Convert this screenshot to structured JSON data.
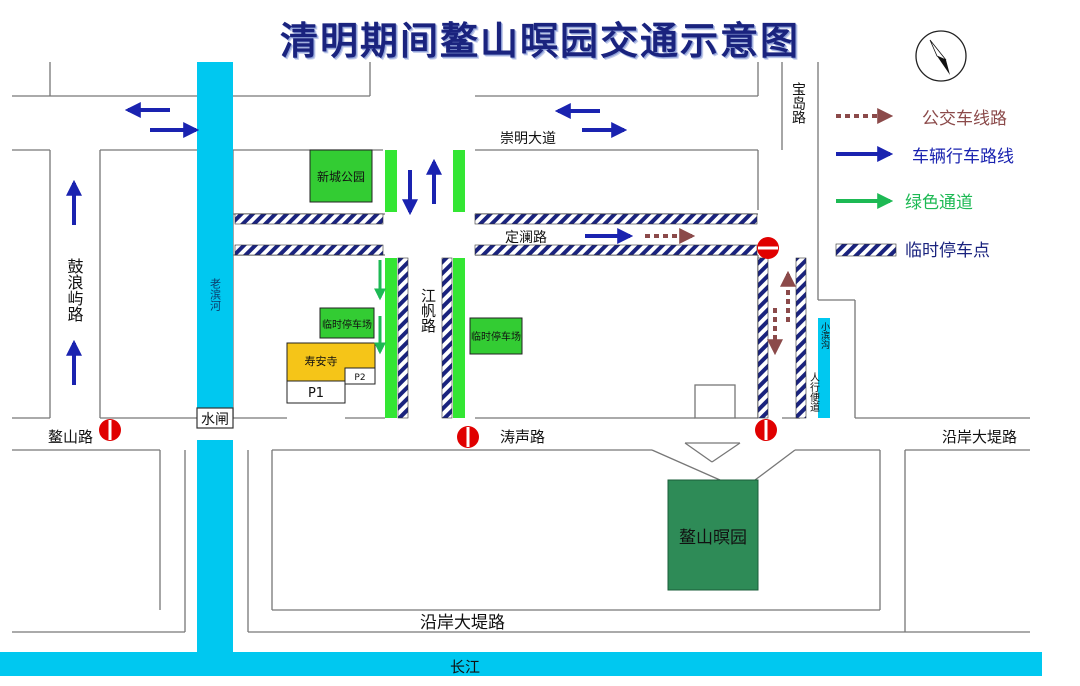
{
  "map": {
    "title": "清明期间鳌山暝园交通示意图",
    "roads": {
      "chongming": "崇明大道",
      "dinglan": "定澜路",
      "tangsheng": "涛声路",
      "aoshan": "鳌山路",
      "yanan_right": "沿岸大堤路",
      "yanan_bottom": "沿岸大堤路",
      "gulangyu": "鼓浪屿路",
      "jiangfan": "江帆路",
      "baodao": "宝岛路",
      "renxing": "人行便道"
    },
    "water": {
      "laojiang": "老滨河",
      "changjiang": "长江",
      "xiaohun": "小滨沟",
      "shuizha": "水闸"
    },
    "places": {
      "park": "新城公园",
      "parking_left": "临时停车场",
      "parking_right": "临时停车场",
      "temple": "寿安寺",
      "p1": "P1",
      "p2": "P2",
      "cemetery": "鳌山暝园"
    },
    "legend": [
      {
        "id": "bus",
        "label": "公交车线路",
        "color": "#8b4a4a"
      },
      {
        "id": "car",
        "label": "车辆行车路线",
        "color": "#1a23b0"
      },
      {
        "id": "green",
        "label": "绿色通道",
        "color": "#1db954"
      },
      {
        "id": "parking",
        "label": "临时停车点",
        "color": "#1a237e"
      }
    ],
    "colors": {
      "river": "#00c8f0",
      "green_block": "#33cc33",
      "cemetery": "#2e8b57",
      "temple": "#f5c518",
      "no_entry": "#e00000",
      "road_line": "#666666"
    }
  }
}
